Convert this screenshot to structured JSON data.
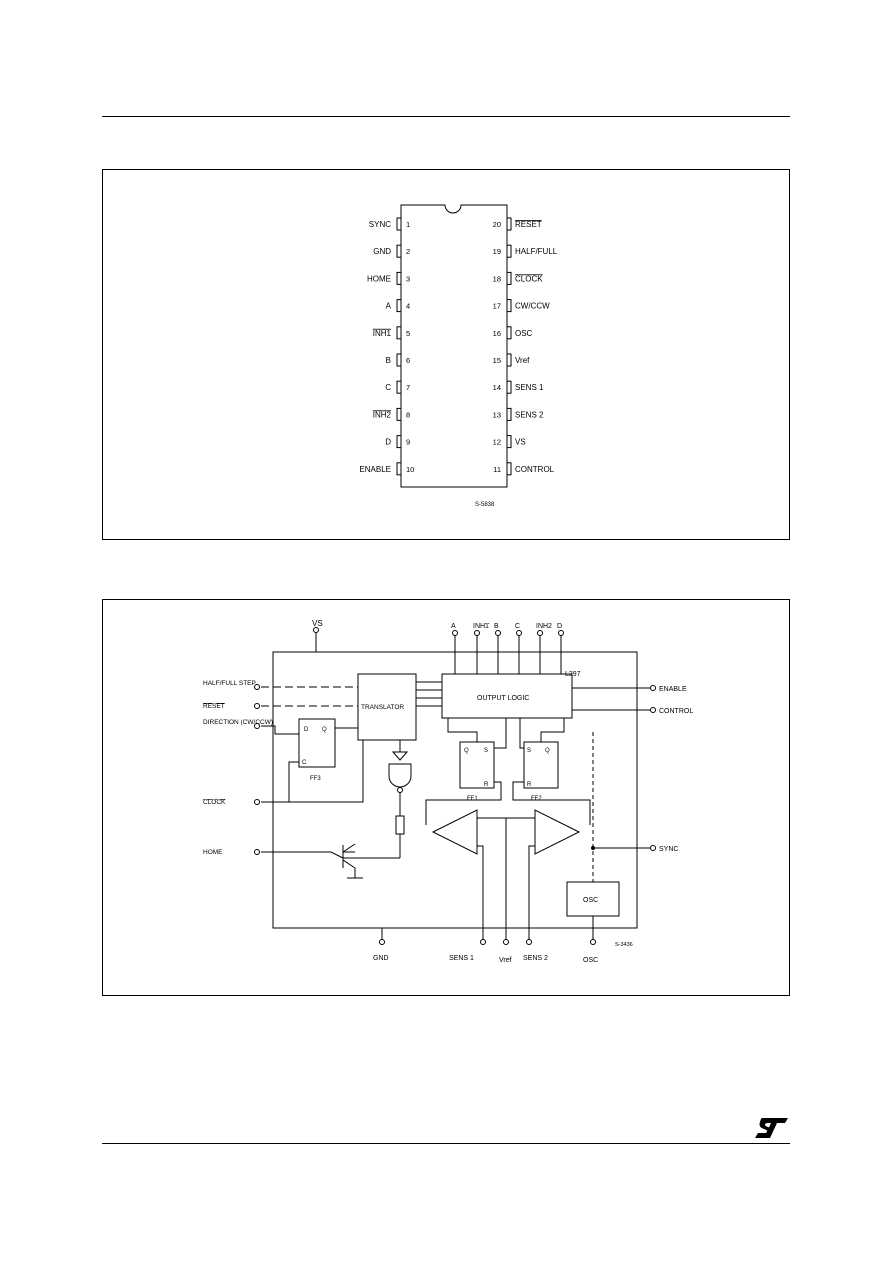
{
  "pinout": {
    "left_pins": [
      {
        "num": "1",
        "label": "SYNC"
      },
      {
        "num": "2",
        "label": "GND"
      },
      {
        "num": "3",
        "label": "HOME"
      },
      {
        "num": "4",
        "label": "A"
      },
      {
        "num": "5",
        "label": "INH1"
      },
      {
        "num": "6",
        "label": "B"
      },
      {
        "num": "7",
        "label": "C"
      },
      {
        "num": "8",
        "label": "INH2"
      },
      {
        "num": "9",
        "label": "D"
      },
      {
        "num": "10",
        "label": "ENABLE"
      }
    ],
    "right_pins": [
      {
        "num": "20",
        "label": "RESET"
      },
      {
        "num": "19",
        "label": "HALF/FULL"
      },
      {
        "num": "18",
        "label": "CLOCK"
      },
      {
        "num": "17",
        "label": "CW/CCW"
      },
      {
        "num": "16",
        "label": "OSC"
      },
      {
        "num": "15",
        "label": "Vref"
      },
      {
        "num": "14",
        "label": "SENS 1"
      },
      {
        "num": "13",
        "label": "SENS 2"
      },
      {
        "num": "12",
        "label": "VS"
      },
      {
        "num": "11",
        "label": "CONTROL"
      }
    ],
    "drawing_code": "S-5838"
  },
  "block": {
    "vs": "VS",
    "chip": "L297",
    "top_pins": [
      "A",
      "INH1",
      "B",
      "C",
      "INH2",
      "D"
    ],
    "left_inputs": [
      "HALF/FULL STEP",
      "RESET",
      "DIRECTION (CW/CCW)",
      "CLOCK",
      "HOME"
    ],
    "right_pins": [
      "ENABLE",
      "CONTROL",
      "SYNC"
    ],
    "bottom_pins": [
      "GND",
      "SENS 1",
      "Vref",
      "SENS 2",
      "OSC"
    ],
    "translator": "TRANSLATOR",
    "output_logic": "OUTPUT LOGIC",
    "osc": "OSC",
    "ff1": "FF1",
    "ff2": "FF2",
    "ff3": "FF3",
    "d": "D",
    "q": "Q",
    "c": "C",
    "s": "S",
    "r": "R",
    "drawing_code": "S-3436"
  }
}
